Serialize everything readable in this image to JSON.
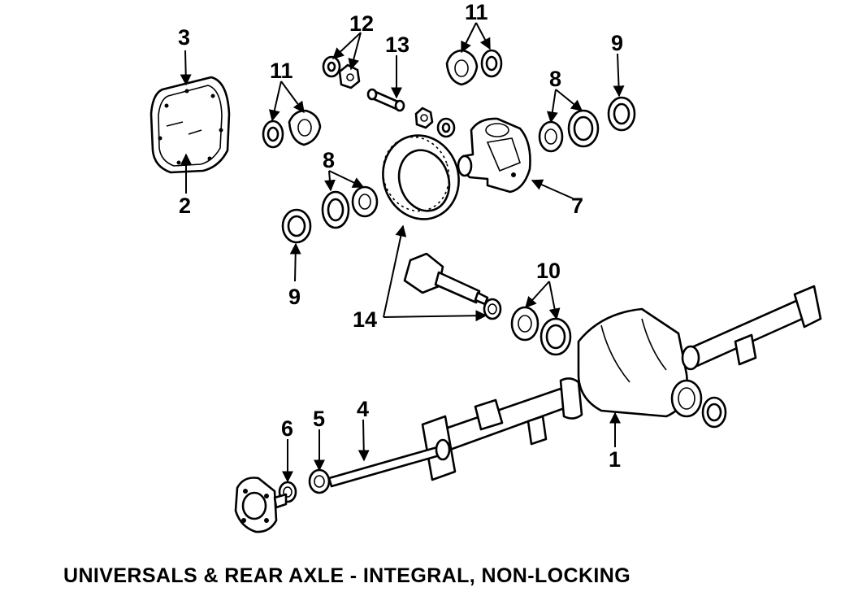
{
  "caption": "UNIVERSALS & REAR AXLE - INTEGRAL, NON-LOCKING",
  "callouts": {
    "c1": "1",
    "c2": "2",
    "c3": "3",
    "c4": "4",
    "c5": "5",
    "c6": "6",
    "c7": "7",
    "c8a": "8",
    "c8b": "8",
    "c9a": "9",
    "c9b": "9",
    "c10": "10",
    "c11a": "11",
    "c11b": "11",
    "c12": "12",
    "c13": "13",
    "c14": "14"
  },
  "colors": {
    "ink": "#000000",
    "paper": "#ffffff"
  }
}
